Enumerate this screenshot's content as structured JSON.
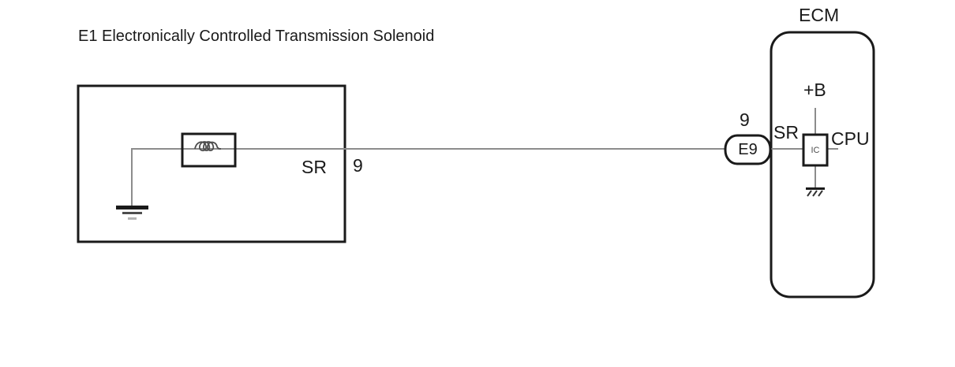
{
  "diagram": {
    "title": "E1 Electronically Controlled Transmission Solenoid",
    "solenoid": {
      "wire_label": "SR",
      "terminal_number": "9"
    },
    "connector": {
      "pin_number": "9",
      "label": "E9"
    },
    "ecm": {
      "title": "ECM",
      "power_label": "+B",
      "signal_label": "SR",
      "ic_label": "IC",
      "cpu_label": "CPU"
    },
    "icons": {
      "coil": "inductor-coil-icon",
      "solenoid_ground": "earth-ground-icon",
      "ecm_ground": "chassis-ground-icon"
    },
    "colors": {
      "outline": "#1a1a1a",
      "wire": "#8c8c8c",
      "background": "#ffffff"
    }
  }
}
